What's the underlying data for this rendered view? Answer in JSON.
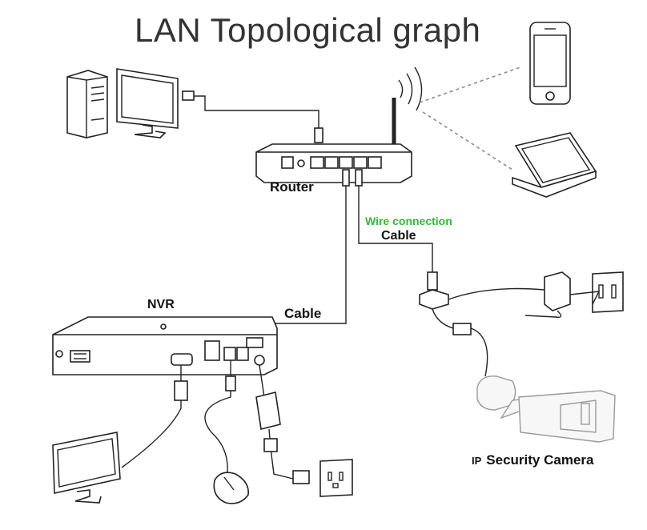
{
  "title": "LAN Topological graph",
  "labels": {
    "router": "Router",
    "wire_connection": "Wire connection",
    "cable_top": "Cable",
    "nvr": "NVR",
    "cable_nvr": "Cable",
    "camera_prefix": "IP",
    "camera": "Security Camera"
  },
  "colors": {
    "wire_connection": "#33b833",
    "wifi_link": "#8a8a8a",
    "line": "#222222"
  }
}
